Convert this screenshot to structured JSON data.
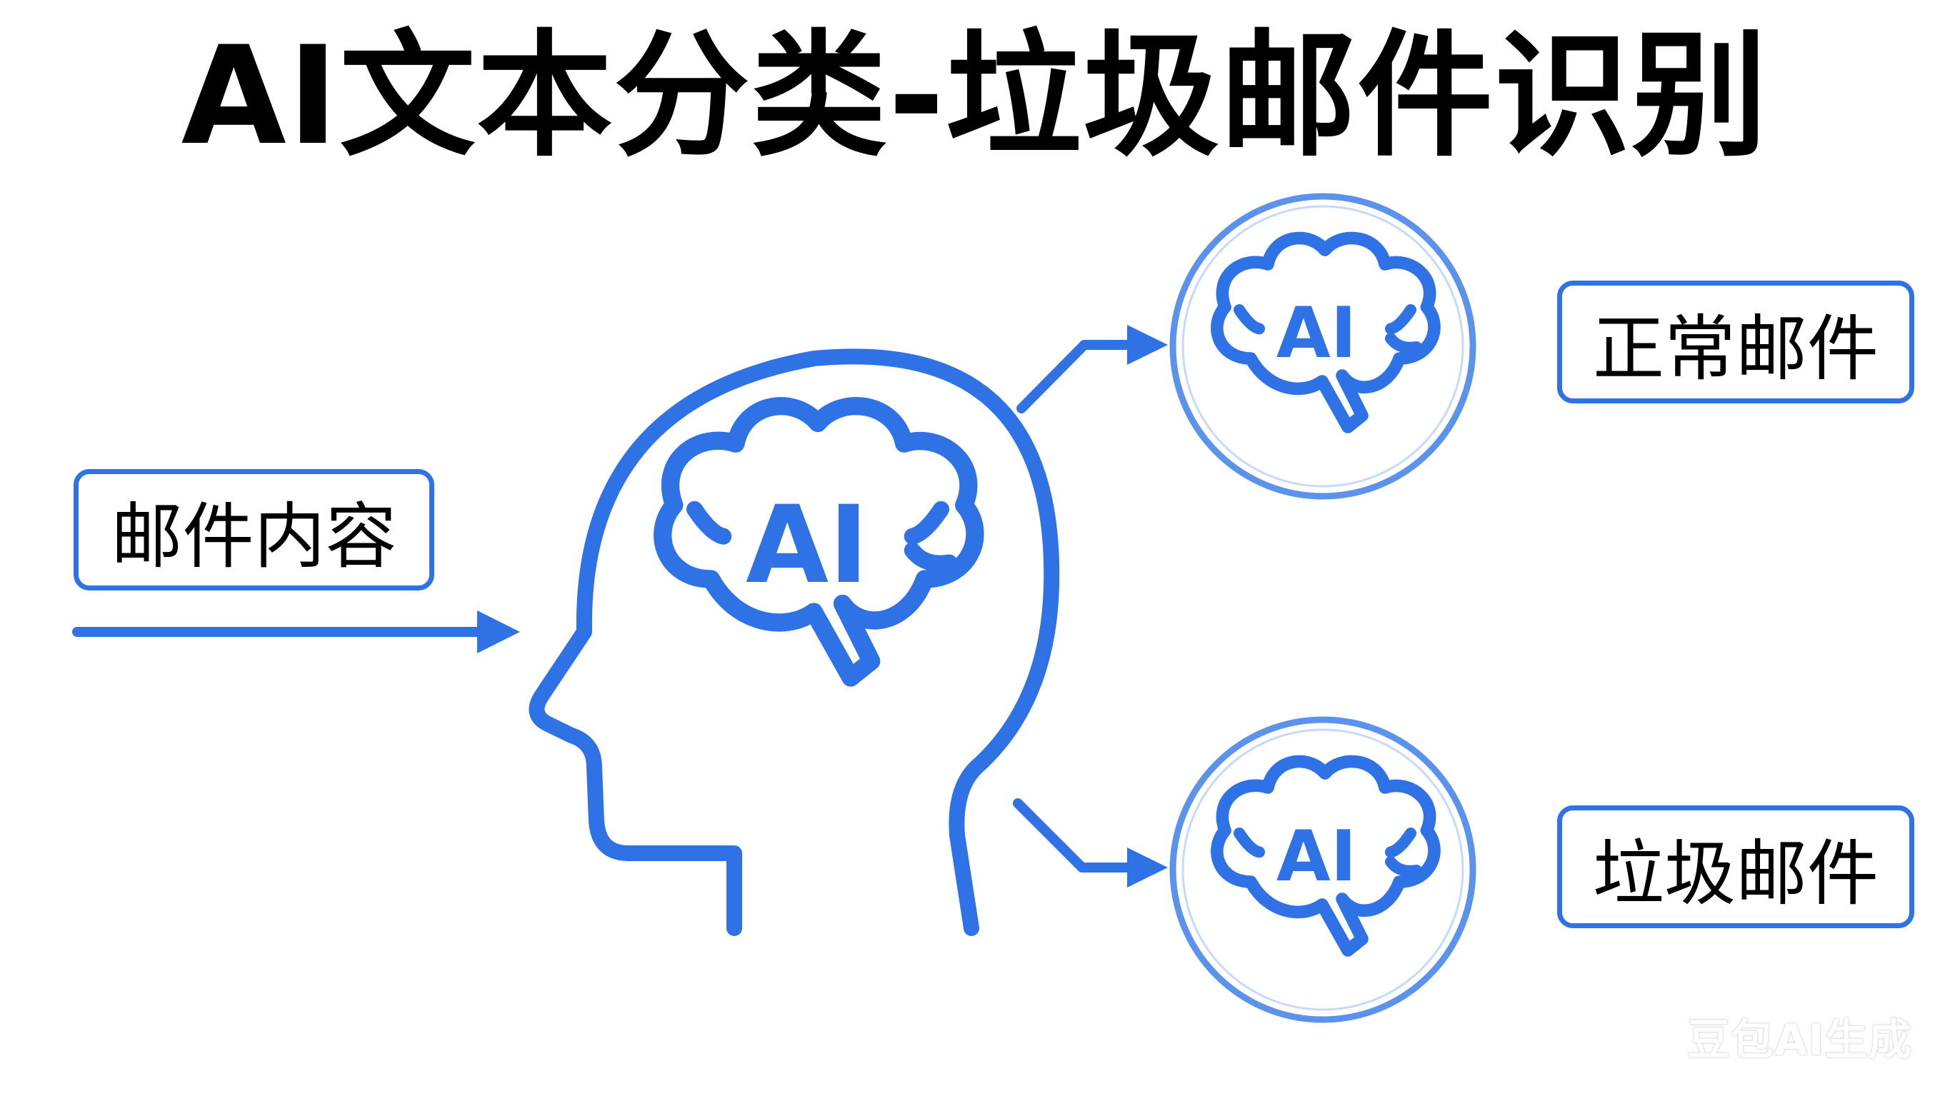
{
  "title": "AI文本分类-垃圾邮件识别",
  "input_label": "邮件内容",
  "outputs": {
    "normal_label": "正常邮件",
    "spam_label": "垃圾邮件"
  },
  "badges": {
    "center": "AI",
    "top": "AI",
    "bottom": "AI"
  },
  "watermark": "豆包AI生成",
  "colors": {
    "accent": "#2f72e6",
    "accent_light": "#5b93ec",
    "text": "#000000",
    "background": "#ffffff"
  },
  "icons": [
    "arrow-right-icon",
    "head-brain-icon",
    "brain-icon"
  ]
}
